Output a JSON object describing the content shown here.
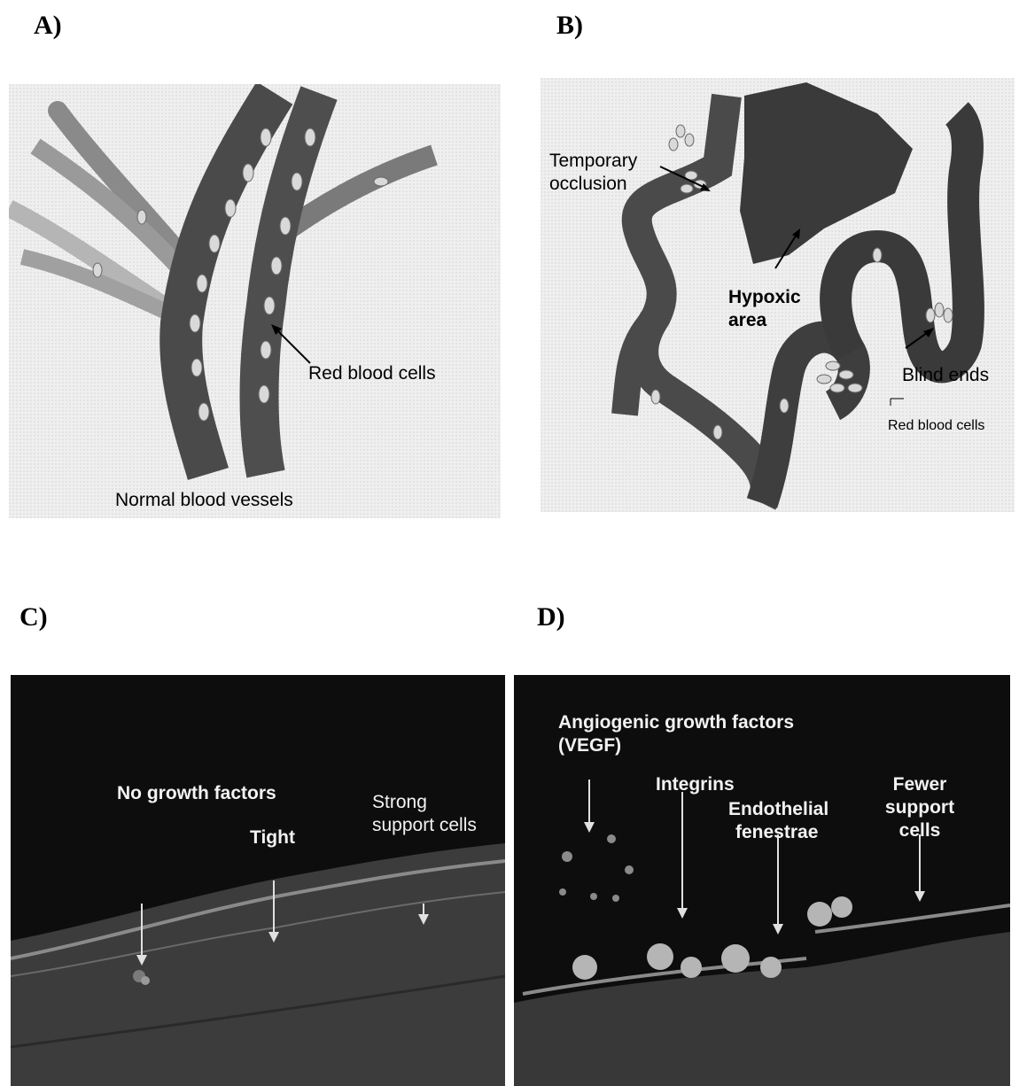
{
  "panels": {
    "a": {
      "label": "A)",
      "caption": "Normal blood vessels",
      "annotations": {
        "red_blood_cells": "Red blood cells"
      }
    },
    "b": {
      "label": "B)",
      "annotations": {
        "temporary_occlusion_1": "Temporary",
        "temporary_occlusion_2": "occlusion",
        "hypoxic_area_1": "Hypoxic",
        "hypoxic_area_2": "area",
        "blind_ends": "Blind ends",
        "red_blood_cells": "Red blood cells"
      }
    },
    "c": {
      "label": "C)",
      "annotations": {
        "no_growth_factors": "No growth factors",
        "tight": "Tight",
        "strong_support_1": "Strong",
        "strong_support_2": "support cells"
      }
    },
    "d": {
      "label": "D)",
      "annotations": {
        "angiogenic_1": "Angiogenic growth factors",
        "angiogenic_2": "(VEGF)",
        "integrins": "Integrins",
        "endothelial_1": "Endothelial",
        "endothelial_2": "fenestrae",
        "fewer_support_1": "Fewer",
        "fewer_support_2": "support",
        "fewer_support_3": "cells"
      }
    }
  },
  "colors": {
    "vessel_dark": "#4a4a4a",
    "vessel_light": "#8a8a8a",
    "rbc": "#d9d9d9",
    "panel_bg_light": "#e8e8e8",
    "panel_bg_dark": "#0d0d0d"
  }
}
